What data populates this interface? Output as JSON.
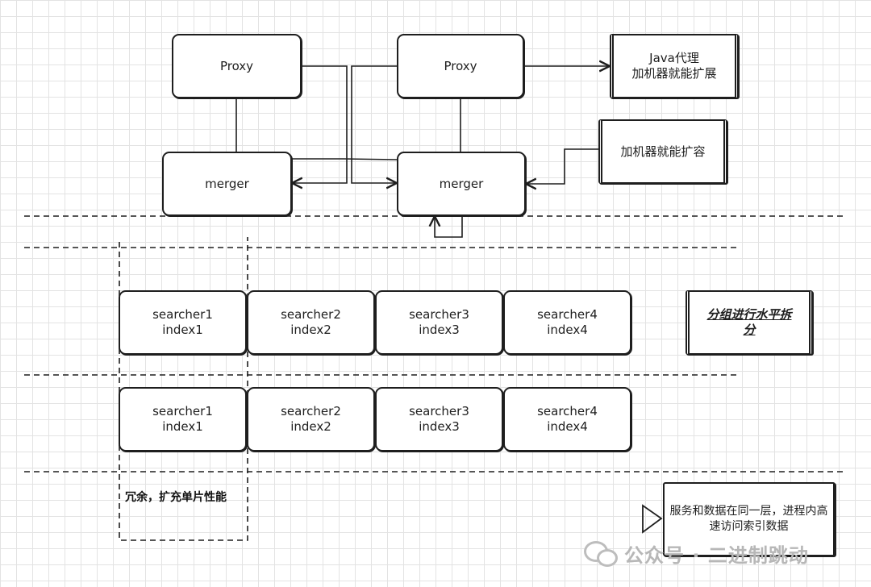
{
  "top_row": {
    "proxy_left": "Proxy",
    "proxy_right": "Proxy",
    "java_scale": [
      "Java代理",
      "加机器就能扩展"
    ]
  },
  "merge_row": {
    "merger_left": "merger",
    "merger_right": "merger",
    "scale_out": "加机器就能扩容"
  },
  "searchers_row1": [
    {
      "searcher": "searcher1",
      "index": "index1"
    },
    {
      "searcher": "searcher2",
      "index": "index2"
    },
    {
      "searcher": "searcher3",
      "index": "index3"
    },
    {
      "searcher": "searcher4",
      "index": "index4"
    }
  ],
  "searchers_row2": [
    {
      "searcher": "searcher1",
      "index": "index1"
    },
    {
      "searcher": "searcher2",
      "index": "index2"
    },
    {
      "searcher": "searcher3",
      "index": "index3"
    },
    {
      "searcher": "searcher4",
      "index": "index4"
    }
  ],
  "notes": {
    "horizontal_split": "分组进行水平拆分",
    "redundancy": "冗余，扩充单片性能",
    "same_layer": "服务和数据在同一层，进程内高速访问索引数据"
  },
  "watermark": "公众号 · 二进制跳动"
}
